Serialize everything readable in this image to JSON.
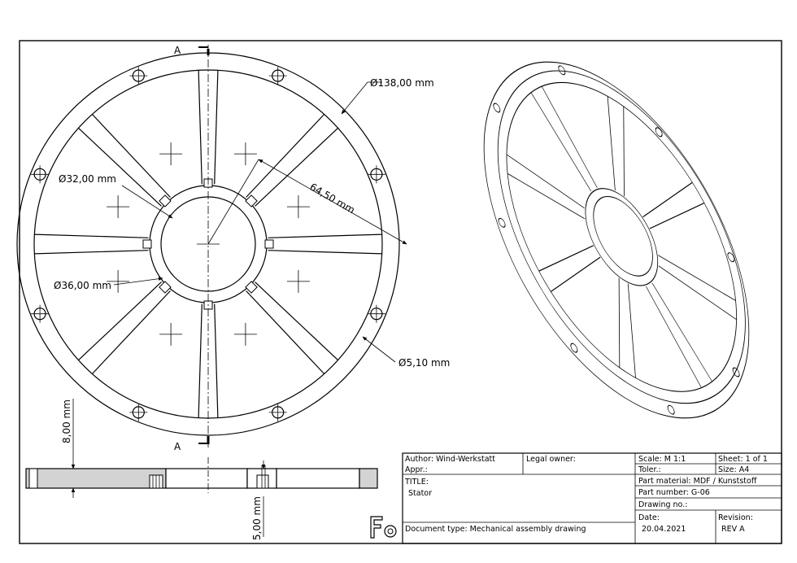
{
  "section": {
    "marker_top": "A",
    "marker_bottom": "A"
  },
  "dimensions": {
    "outer_diameter": "Ø138,00 mm",
    "inner_diameter_32": "Ø32,00 mm",
    "inner_diameter_36": "Ø36,00 mm",
    "bolt_circle_span": "64,50 mm",
    "hole_diameter": "Ø5,10 mm",
    "thickness": "8,00 mm",
    "slot_depth": "5,00 mm"
  },
  "title_block": {
    "author": "Author: Wind-Werkstatt",
    "appr": "Appr.:",
    "legal_owner": "Legal owner:",
    "scale": "Scale: M 1:1",
    "toler": "Toler.:",
    "sheet": "Sheet: 1 of 1",
    "size": "Size:   A4",
    "title_label": "TITLE:",
    "title_value": "Stator",
    "part_material": "Part material: MDF / Kunststoff",
    "part_number": "Part number:  G-06",
    "drawing_no": "Drawing no.:",
    "document_type": "Document type:  Mechanical assembly drawing",
    "date_label": "Date:",
    "date_value": "20.04.2021",
    "revision_label": "Revision:",
    "revision_value": "REV A"
  },
  "logo": {
    "icon": "freecad-gear-logo"
  }
}
